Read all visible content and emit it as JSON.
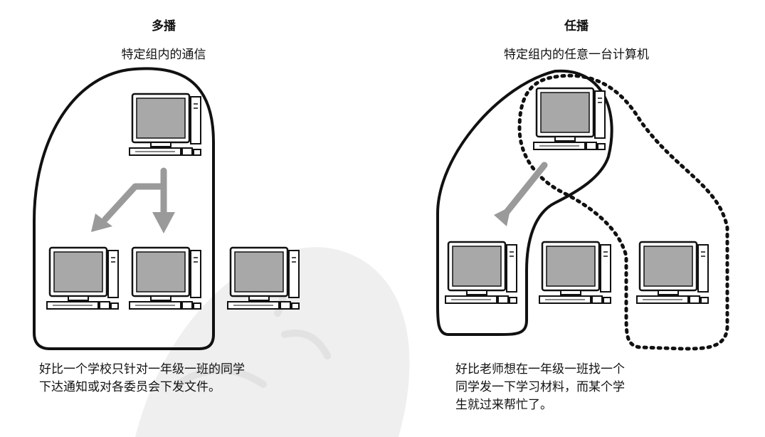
{
  "left": {
    "title": "多播",
    "subtitle": "特定组内的通信",
    "caption": "好比一个学校只针对一年级一班的同学\n下达通知或对各委员会下发文件。"
  },
  "right": {
    "title": "任播",
    "subtitle": "特定组内的任意一台计算机",
    "caption": "好比老师想在一年级一班找一个\n同学发一下学习材料，而某个学\n生就过来帮忙了。"
  },
  "colors": {
    "line": "#111111",
    "arrow": "#9a9a9a",
    "screen": "#a8a8a8",
    "watermark": "#ececec"
  },
  "icons": [
    "computer-icon",
    "arrow-icon"
  ]
}
